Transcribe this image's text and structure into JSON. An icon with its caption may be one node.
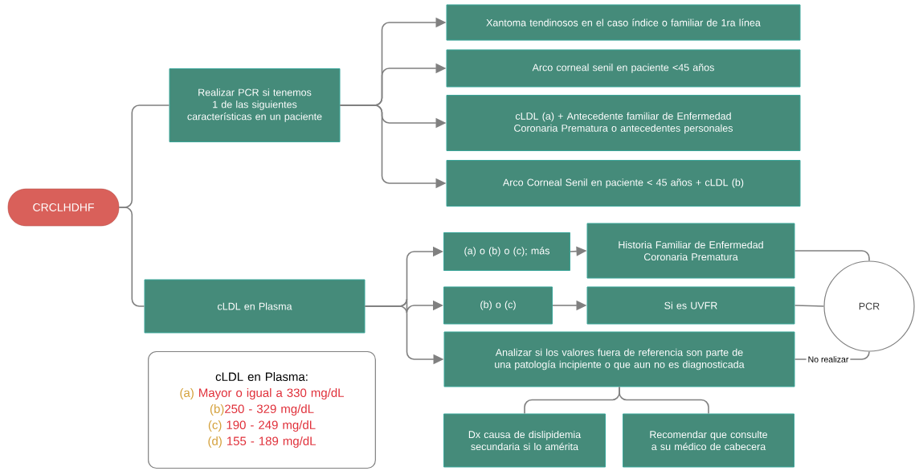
{
  "diagram": {
    "nodes": [
      {
        "text": [
          "CRCLHDHF"
        ]
      },
      {
        "text": [
          "Realizar PCR si tenemos 1 de las siguientes características en un paciente"
        ]
      },
      {
        "text": [
          "Xantoma tendinosos en el  caso índice o familiar de 1ra línea"
        ]
      },
      {
        "text": [
          "Arco corneal senil en paciente <45 años"
        ]
      },
      {
        "text": [
          "cLDL (a) + Antecedente familiar de Enfermedad Coronaria Prematura o antecedentes personales"
        ]
      },
      {
        "text": [
          "Arco Corneal Senil en paciente < 45 años + cLDL (b)"
        ]
      },
      {
        "text": [
          "cLDL en Plasma"
        ]
      },
      {
        "text": [
          "(a) o (b) o (c); más"
        ]
      },
      {
        "text": [
          "Historia Familiar de Enfermedad Coronaria Prematura"
        ]
      },
      {
        "text": [
          "(b) o (c)"
        ]
      },
      {
        "text": [
          "Si es UVFR"
        ]
      },
      {
        "text": [
          "PCR"
        ]
      },
      {
        "text": [
          "Analizar si los valores fuera de referencia son parte de una patología incipiente o que aun no es diagnosticada"
        ]
      },
      {
        "text": [
          "Dx causa de dislipidemia secundaria si lo amérita"
        ]
      },
      {
        "text": [
          "Recomendar que consulte a su médico de cabecera"
        ]
      },
      {
        "text": [
          "cLDL en Plasma:",
          "(a)",
          "Mayor o igual a 330 mg/dL",
          "(b)",
          "250 - 329 mg/dL",
          "(c)",
          "190 - 249 mg/dL",
          "(d)",
          "155 - 189 mg/dL"
        ]
      }
    ],
    "edges": [
      {
        "from": 0,
        "to": 1,
        "arrow": "none"
      },
      {
        "from": 0,
        "to": 6,
        "arrow": "none"
      },
      {
        "from": 1,
        "to": 2,
        "arrow": "to"
      },
      {
        "from": 1,
        "to": 3,
        "arrow": "to"
      },
      {
        "from": 1,
        "to": 4,
        "arrow": "to"
      },
      {
        "from": 1,
        "to": 5,
        "arrow": "to"
      },
      {
        "from": 6,
        "to": 7,
        "arrow": "to"
      },
      {
        "from": 6,
        "to": 9,
        "arrow": "to"
      },
      {
        "from": 6,
        "to": 12,
        "arrow": "to"
      },
      {
        "from": 7,
        "to": 8,
        "arrow": "to"
      },
      {
        "from": 9,
        "to": 10,
        "arrow": "to"
      },
      {
        "from": 8,
        "to": 11,
        "arrow": "none"
      },
      {
        "from": 10,
        "to": 11,
        "arrow": "none"
      },
      {
        "from": 12,
        "to": 11,
        "arrow": "none",
        "label": "No realizar"
      },
      {
        "from": 12,
        "to": 13,
        "arrow": "none"
      },
      {
        "from": 12,
        "to": 14,
        "arrow": "none"
      }
    ]
  }
}
